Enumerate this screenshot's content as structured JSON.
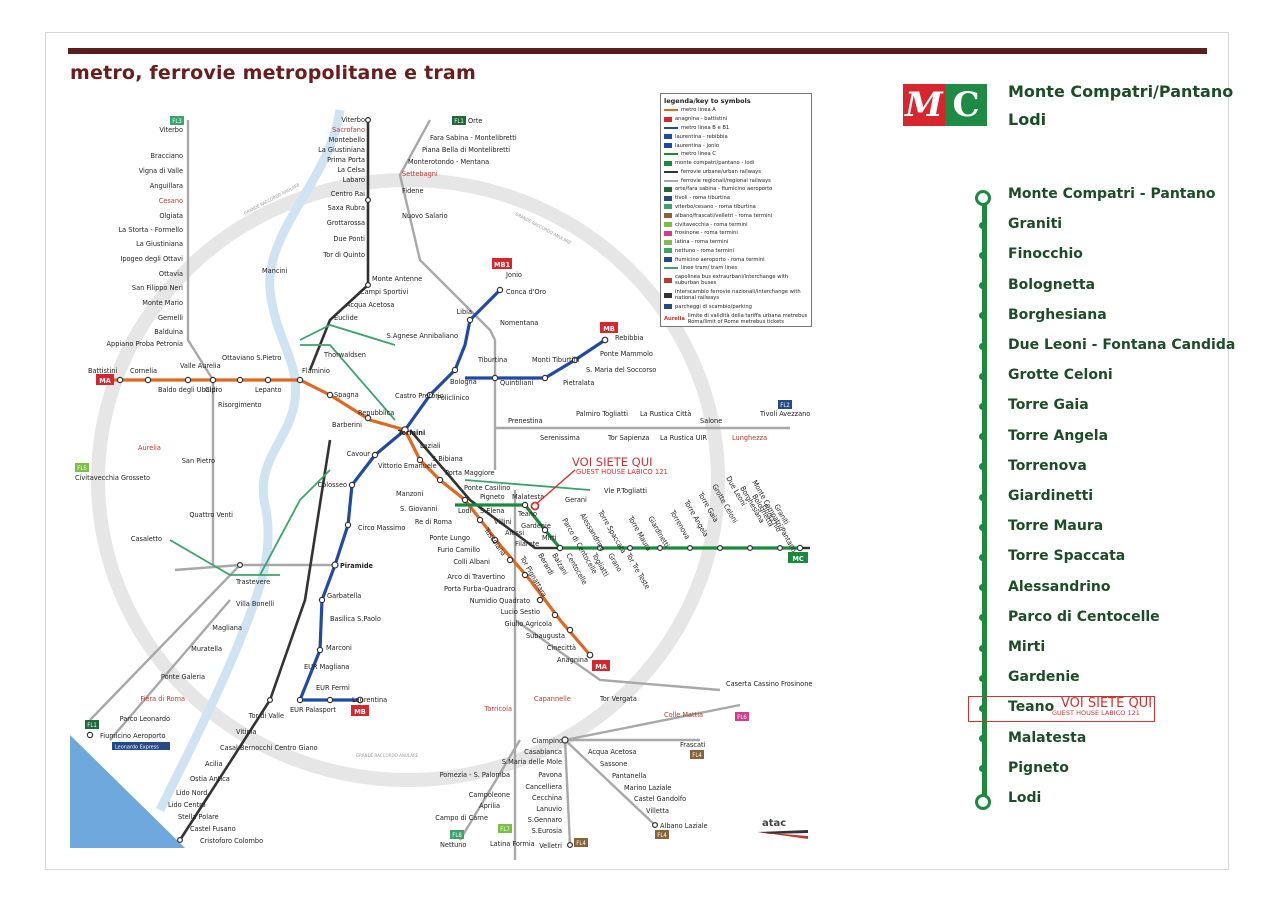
{
  "map_title": "metro, ferrovie metropolitane e tram",
  "colors": {
    "line_a": "#e0681f",
    "line_b": "#1f4aa8",
    "line_c": "#1c8a3c",
    "urban_rail": "#333333",
    "regional": "#a0a0a0",
    "tram": "#3aa56a",
    "brand_red": "#d7262e",
    "brand_green": "#1f8a43"
  },
  "line_c_panel": {
    "logo_m": "M",
    "logo_c": "C",
    "terminus_1": "Monte Compatri/Pantano",
    "terminus_2": "Lodi",
    "stations": [
      "Monte Compatri - Pantano",
      "Graniti",
      "Finocchio",
      "Bolognetta",
      "Borghesiana",
      "Due Leoni - Fontana Candida",
      "Grotte Celoni",
      "Torre Gaia",
      "Torre Angela",
      "Torrenova",
      "Giardinetti",
      "Torre Maura",
      "Torre Spaccata",
      "Alessandrino",
      "Parco di Centocelle",
      "Mirti",
      "Gardenie",
      "Teano",
      "Malatesta",
      "Pigneto",
      "Lodi"
    ],
    "you_are_here": "VOI SIETE QUI",
    "you_are_here_sub": "GUEST HOUSE LABICO 121"
  },
  "legend": {
    "title": "legenda/key to symbols",
    "items": [
      "metro linea A",
      "anagnina - battistini",
      "metro linea B e B1",
      "laurentina - rebibbia",
      "laurentina - jonio",
      "metro linea C",
      "monte compatri/pantano - lodi",
      "ferrovie urbane/urban railways",
      "ferrovie regionali/regional railways",
      "orte/fara sabina - fiumicino aeroporto",
      "tivoli - roma tiburtina",
      "viterbo/cesano - roma tiburtina",
      "albano/frascati/velletri - roma termini",
      "civitavecchia - roma termini",
      "frosinone - roma termini",
      "latina - roma termini",
      "nettuno - roma termini",
      "fiumicino aeroporto - roma termini",
      "linee tram/ tram lines",
      "capolinea bus extraurbani/interchange with suburban buses",
      "interscambio ferrovie nazionali/interchange with national railways",
      "parcheggi di scambio/parking",
      "limite di validità della tariffa urbana metrebus Roma/limit of Rome metrebus tickets"
    ],
    "aurelia_word": "Aurelia"
  },
  "map_labels": {
    "line_a": [
      "Battistini",
      "Cornelia",
      "Baldo degli Ubaldi",
      "Valle Aurelia",
      "Cipro",
      "Ottaviano S.Pietro",
      "Lepanto",
      "Flaminio",
      "Spagna",
      "Barberini",
      "Repubblica",
      "Termini",
      "Vittorio Emanuele",
      "Manzoni",
      "S. Giovanni",
      "Re di Roma",
      "Ponte Lungo",
      "Furio Camillo",
      "Colli Albani",
      "Arco di Travertino",
      "Porta Furba-Quadraro",
      "Numidio Quadrato",
      "Lucio Sestio",
      "Giulio Agricola",
      "Subaugusta",
      "Cinecittà",
      "Anagnina"
    ],
    "line_b": [
      "Jonio",
      "Conca d'Oro",
      "Libia",
      "S.Agnese Annibaliano",
      "Bologna",
      "Policlinico",
      "Castro Pretorio",
      "Tiburtina",
      "Quintiliani",
      "Monti Tiburtini",
      "Pietralata",
      "S. Maria del Soccorso",
      "Ponte Mammolo",
      "Rebibbia",
      "Cavour",
      "Colosseo",
      "Circo Massimo",
      "Piramide",
      "Garbatella",
      "Basilica S.Paolo",
      "Marconi",
      "EUR Magliana",
      "EUR Palasport",
      "EUR Fermi",
      "Laurentina"
    ],
    "north": [
      "Viterbo",
      "Sacrofano",
      "Montebello",
      "La Giustiniana",
      "Prima Porta",
      "La Celsa",
      "Labaro",
      "Centro Rai",
      "Saxa Rubra",
      "Grottarossa",
      "Due Ponti",
      "Tor di Quinto",
      "Monte Antenne",
      "Campi Sportivi",
      "Acqua Acetosa",
      "Euclide",
      "Thorwaldsen",
      "Mancini",
      "Orte",
      "Fara Sabina - Montelibretti",
      "Piana Bella di Montelibretti",
      "Monterotondo - Mentana",
      "Settebagni",
      "Fidene",
      "Nuovo Salario",
      "Nomentana"
    ],
    "west": [
      "Viterbo",
      "Bracciano",
      "Vigna di Valle",
      "Anguillara",
      "Cesano",
      "Olgiata",
      "La Storta - Formello",
      "La Giustiniana",
      "Ipogeo degli Ottavi",
      "Ottavia",
      "San Filippo Neri",
      "Monte Mario",
      "Gemelli",
      "Balduina",
      "Appiano Proba Petronia",
      "Risorgimento",
      "Aurelia",
      "San Pietro",
      "Civitavecchia Grosseto",
      "Quattro Venti",
      "Casaletto",
      "Trastevere",
      "Villa Bonelli",
      "Magliana",
      "Muratella",
      "Ponte Galeria",
      "Fiera di Roma",
      "Parco Leonardo",
      "Fiumicino Aeroporto",
      "Leonardo Express"
    ],
    "east": [
      "Prenestina",
      "Serenissima",
      "Palmiro Togliatti",
      "Tor Sapienza",
      "La Rustica Città",
      "La Rustica UIR",
      "Salone",
      "Lunghezza",
      "Tivoli Avezzano",
      "Laziali",
      "S.Bibiana",
      "Porta Maggiore",
      "Ponte Casilino",
      "Pigneto",
      "Malatesta",
      "Teano",
      "Gerani",
      "Vle P.Togliatti",
      "Lodi",
      "S.Elena",
      "Villini",
      "Alessi",
      "Filarete",
      "Gardenie",
      "Mirti",
      "Parco di Centocelle",
      "Alessandrino",
      "Torre Spaccata",
      "Torre Maura",
      "Giardinetti",
      "Torrenova",
      "Torre Angela",
      "Torre Gaia",
      "Grotte Celoni",
      "Due Leoni",
      "Borghesiana",
      "Bolognetta",
      "Finocchio",
      "Graniti",
      "Monte Compatri/Pantano",
      "Togliatti",
      "Grano",
      "Tor Pignattara",
      "Berardi",
      "Balzani",
      "Centocelle",
      "Tor Tre Teste",
      "Tuscolana"
    ],
    "south": [
      "Tor di Valle",
      "Vitinia",
      "Casal Bernocchi Centro Giano",
      "Acilia",
      "Ostia Antica",
      "Lido Nord",
      "Lido Centro",
      "Stella Polare",
      "Castel Fusano",
      "Cristoforo Colombo",
      "Torricola",
      "Capannelle",
      "Ciampino",
      "Casabianca",
      "S.Maria delle Mole",
      "Pavona",
      "Cancelliera",
      "Cecchina",
      "Lanuvio",
      "S.Gennaro",
      "S.Eurosia",
      "Velletri",
      "Pomezia - S. Palomba",
      "Campoleone",
      "Aprilia",
      "Campo di Carne",
      "Nettuno",
      "Latina Formia",
      "Tor Vergata",
      "Colle Mattia",
      "Caserta Cassino Frosinone",
      "Acqua Acetosa",
      "Sassone",
      "Pantanella",
      "Marino Laziale",
      "Castel Gandolfo",
      "Villetta",
      "Albano Laziale",
      "Frascati"
    ],
    "ring": "GRANDE RACCORDO ANULARE",
    "badges": {
      "a": "MA",
      "b": "MB",
      "b1": "MB1",
      "c": "MC",
      "fl1": "FL1",
      "fl2": "FL2",
      "fl3": "FL3",
      "fl4": "FL4",
      "fl5": "FL5",
      "fl6": "FL6",
      "fl7": "FL7",
      "fl8": "FL8"
    },
    "you_are_here": "VOI SIETE QUI",
    "you_are_here_sub": "GUEST HOUSE LABICO 121",
    "footer_logo": "atac"
  }
}
